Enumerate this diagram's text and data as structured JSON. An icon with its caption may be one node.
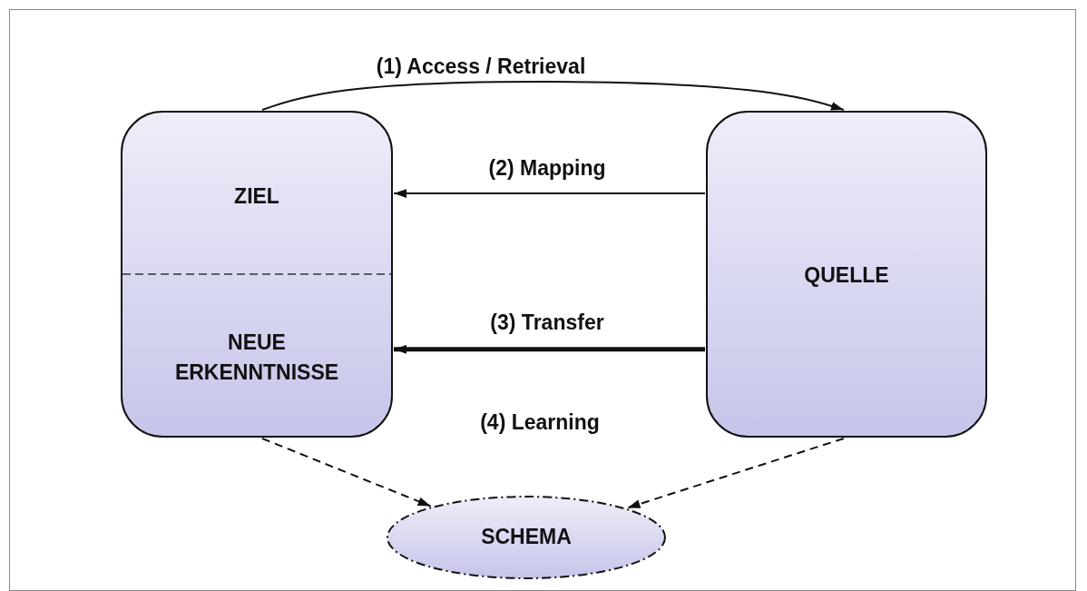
{
  "diagram": {
    "nodes": [
      {
        "text": [
          "ZIEL",
          "NEUE ERKENNTNISSE"
        ]
      },
      {
        "text": [
          "QUELLE"
        ]
      },
      {
        "text": [
          "SCHEMA"
        ]
      }
    ],
    "edges": [
      {
        "from": 0,
        "to": 1,
        "arrow": "to",
        "label": "(1) Access / Retrieval"
      },
      {
        "from": 1,
        "to": 0,
        "arrow": "to",
        "label": "(2) Mapping"
      },
      {
        "from": 1,
        "to": 0,
        "arrow": "to",
        "label": "(3) Transfer",
        "style": "thick"
      },
      {
        "from": 0,
        "to": 2,
        "arrow": "to",
        "style": "dashed"
      },
      {
        "from": 1,
        "to": 2,
        "arrow": "to",
        "style": "dashed"
      }
    ],
    "labels": [
      "(4) Learning"
    ]
  }
}
